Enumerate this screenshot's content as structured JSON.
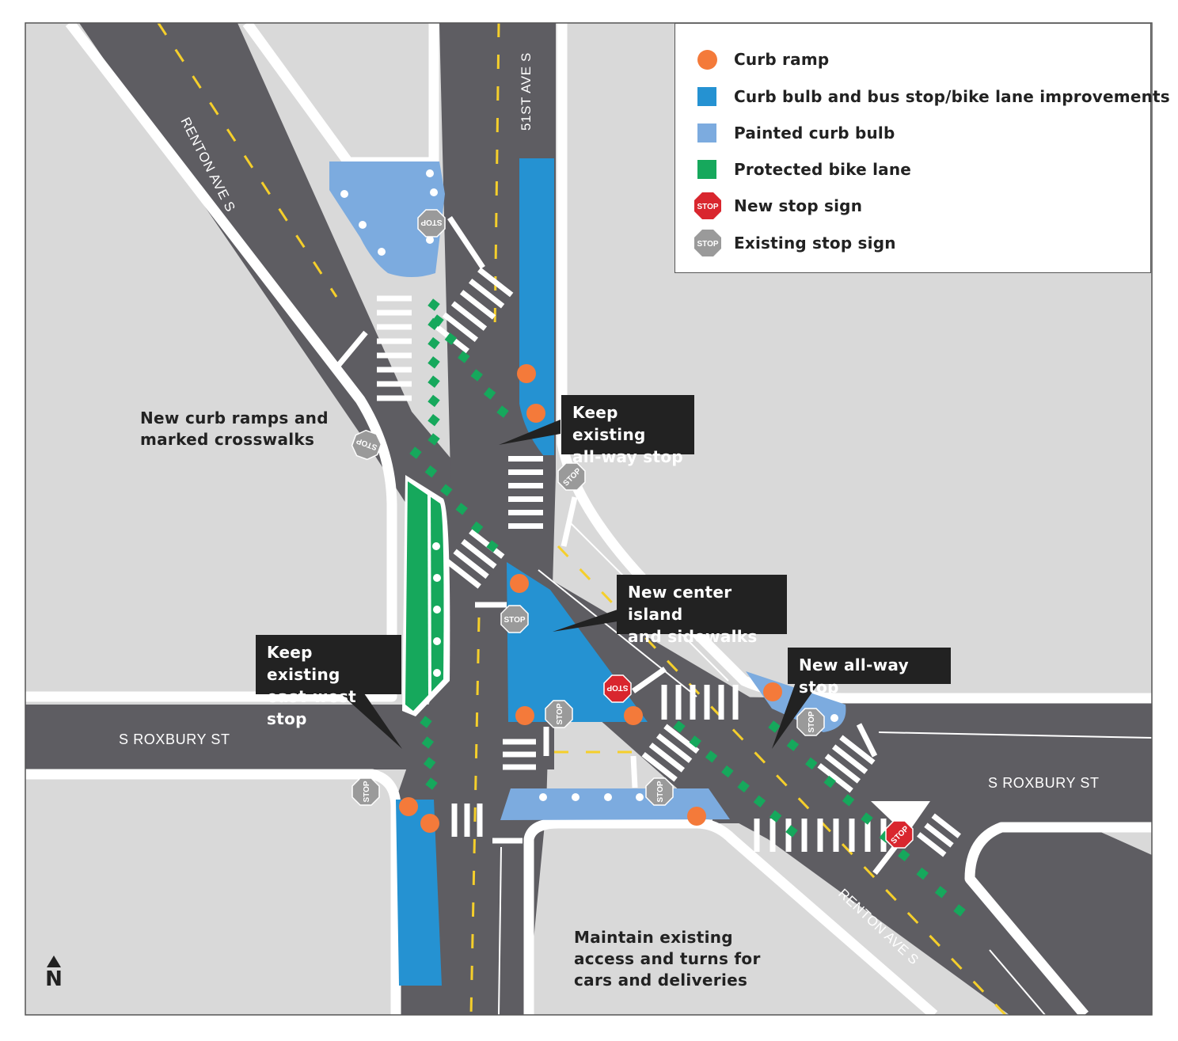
{
  "colors": {
    "block": "#d9d9d9",
    "road": "#5e5d62",
    "curb": "#ffffff",
    "center_line": "#f5cf2b",
    "curb_ramp": "#f47a3a",
    "curb_bulb_improvements": "#2592d2",
    "painted_curb_bulb": "#7cabdf",
    "protected_bike_lane": "#16a85c",
    "new_stop": "#d9262e",
    "existing_stop": "#9a9a9a"
  },
  "legend": {
    "items": [
      {
        "label": "Curb ramp",
        "symbol": "orange-circle"
      },
      {
        "label": "Curb bulb and bus stop/bike lane improvements",
        "symbol": "blue-square"
      },
      {
        "label": "Painted curb bulb",
        "symbol": "light-blue-square"
      },
      {
        "label": "Protected bike lane",
        "symbol": "green-square"
      },
      {
        "label": "New stop sign",
        "symbol": "red-octagon",
        "sign_text": "STOP"
      },
      {
        "label": "Existing stop sign",
        "symbol": "gray-octagon",
        "sign_text": "STOP"
      }
    ]
  },
  "streets": {
    "renton_nw": "RENTON AVE S",
    "renton_se": "RENTON AVE S",
    "ave_51st": "51ST AVE S",
    "roxbury_w": "S ROXBURY ST",
    "roxbury_e": "S ROXBURY ST"
  },
  "callouts": {
    "keep_all_way": "Keep existing\nall-way stop",
    "center_island": "New center island\nand sidewalks",
    "east_west": "Keep existing\neast-west stop",
    "new_all_way": "New all-way stop"
  },
  "notes": {
    "curb_ramps": "New curb ramps and\nmarked crosswalks",
    "maintain_access": "Maintain existing\naccess and turns for\ncars and deliveries"
  },
  "sign_text": "STOP",
  "north": "N"
}
